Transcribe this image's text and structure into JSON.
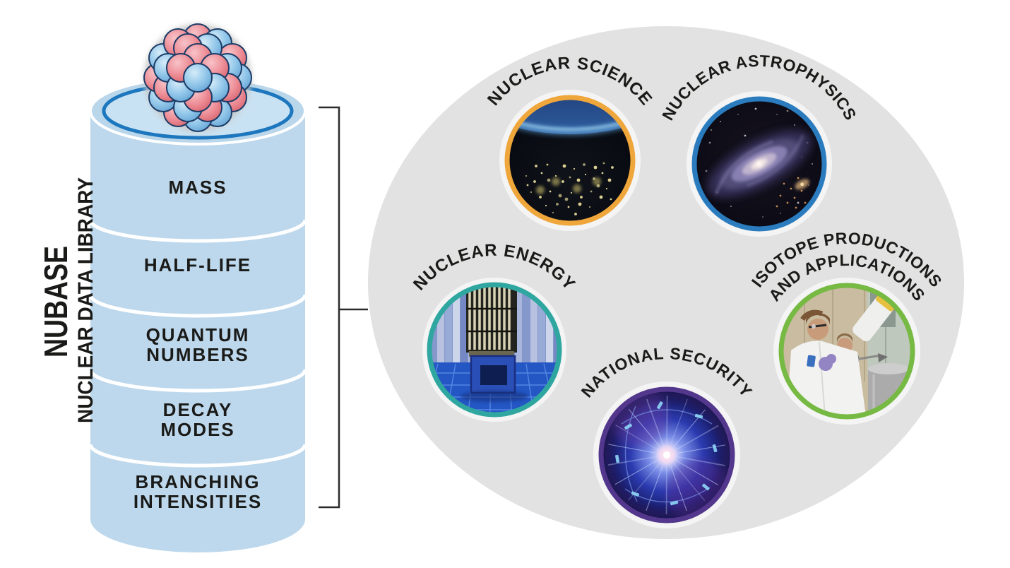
{
  "library": {
    "name": "NUBASE",
    "subtitle": "NUCLEAR DATA LIBRARY",
    "layers": [
      {
        "label": "MASS",
        "lines": [
          "MASS"
        ]
      },
      {
        "label": "HALF-LIFE",
        "lines": [
          "HALF-LIFE"
        ]
      },
      {
        "label": "QUANTUM NUMBERS",
        "lines": [
          "QUANTUM",
          "NUMBERS"
        ]
      },
      {
        "label": "DECAY MODES",
        "lines": [
          "DECAY",
          "MODES"
        ]
      },
      {
        "label": "BRANCHING INTENSITIES",
        "lines": [
          "BRANCHING",
          "INTENSITIES"
        ]
      }
    ],
    "cylinder_color": "#BDD8EC",
    "top_ring_color": "#1C77BE"
  },
  "applications": [
    {
      "label": "NUCLEAR SCIENCE",
      "ring": "#EFA63B",
      "image": "earth-at-night"
    },
    {
      "label": "NUCLEAR ASTROPHYSICS",
      "ring": "#2A7CBE",
      "image": "spiral-galaxy"
    },
    {
      "label": "NUCLEAR ENERGY",
      "ring": "#2FA7A0",
      "image": "reactor-core"
    },
    {
      "label": "NATIONAL SECURITY",
      "ring": "#53378C",
      "image": "particle-collision"
    },
    {
      "label": "ISOTOPE PRODUCTIONS AND APPLICATIONS",
      "lines": [
        "ISOTOPE PRODUCTIONS",
        "AND APPLICATIONS"
      ],
      "ring": "#76B943",
      "image": "isotope-laboratory"
    }
  ],
  "colors": {
    "ellipse_bg": "#E2E2E2",
    "halo": "#F4F4F4",
    "text": "#1A1A18",
    "bracket": "#2B2B2B",
    "nucleus_red": "#E9858D",
    "nucleus_blue": "#8FC3E9"
  }
}
